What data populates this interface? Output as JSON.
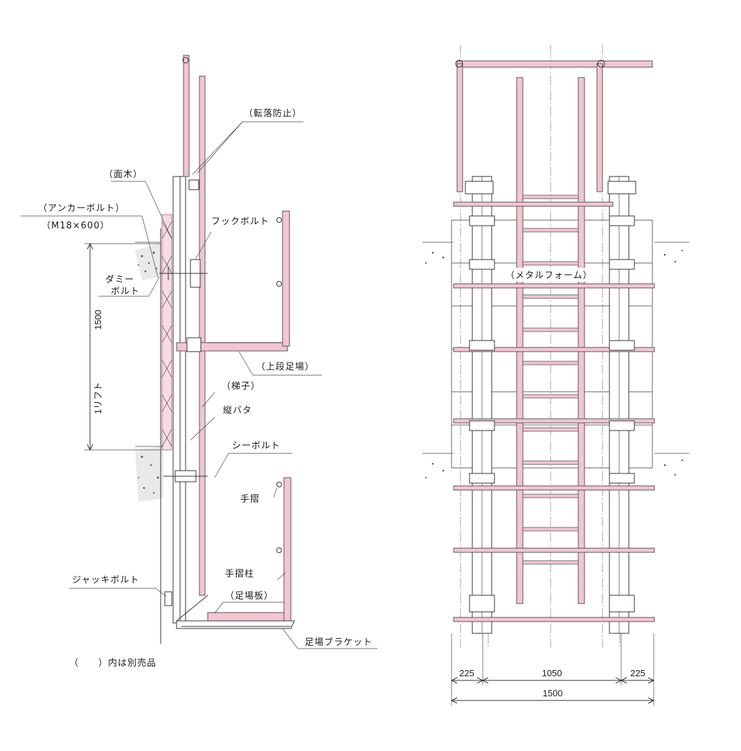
{
  "labels": {
    "tenraku": "（転落防止）",
    "menki": "（面木）",
    "anchor": "（アンカーボルト）",
    "anchor_size": "（M18×600）",
    "hook_bolt": "フックボルト",
    "dummy1": "ダミー",
    "dummy2": "ボルト",
    "jodan": "（上段足場）",
    "hashigo": "（梯子）",
    "tatebata": "縦バタ",
    "she_bolt": "シーボルト",
    "tesuri": "手摺",
    "tesuri_hashira": "手摺柱",
    "jack_bolt": "ジャッキボルト",
    "ashiba_ita": "（足場板）",
    "ashiba_bracket": "足場ブラケット",
    "metal_form": "（メタルフォーム）",
    "note": "（　　）内は別売品",
    "lift": "1リフト",
    "h1500": "1500"
  },
  "dims": {
    "d225a": "225",
    "d1050": "1050",
    "d225b": "225",
    "d1500": "1500"
  },
  "colors": {
    "pink": "#f3c6d1",
    "line": "#333333"
  }
}
